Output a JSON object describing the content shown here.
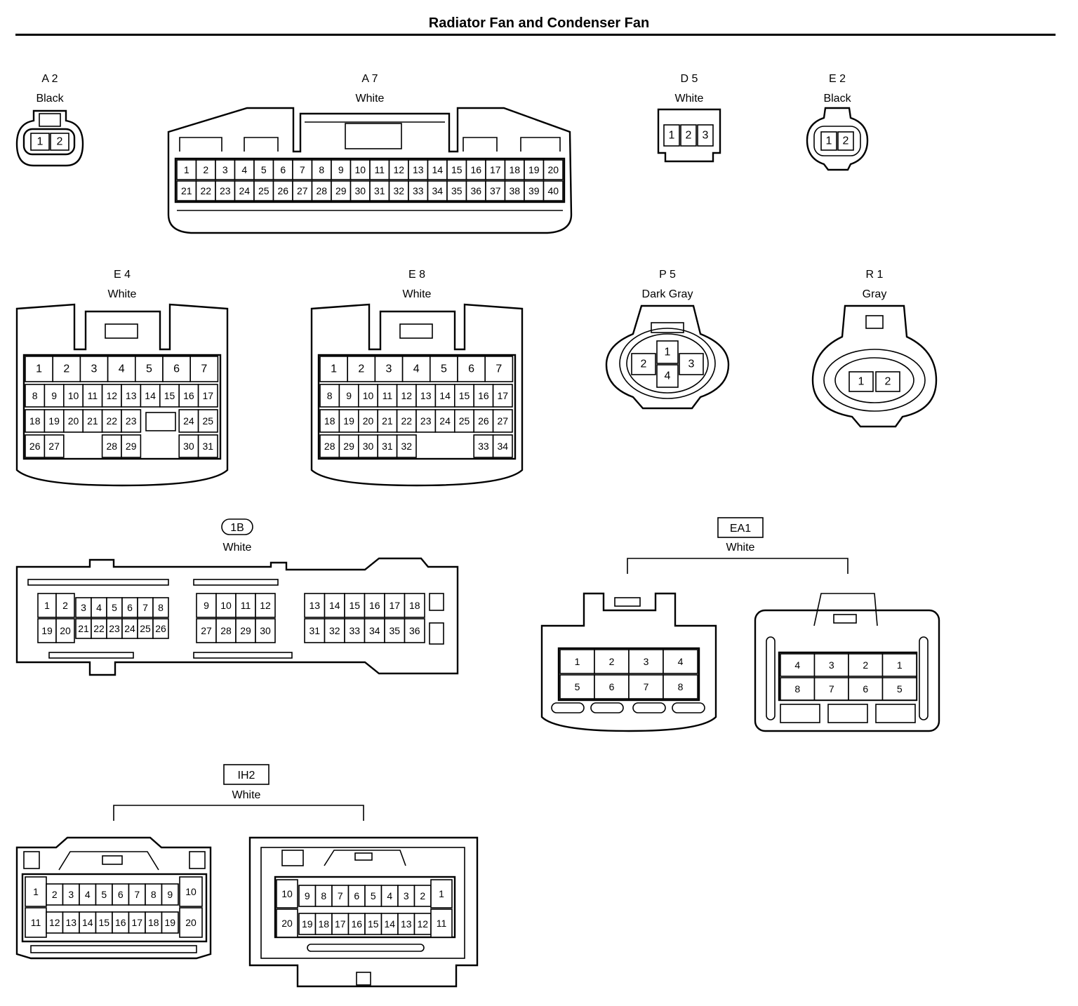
{
  "title": "Radiator Fan and Condenser Fan",
  "connectors": {
    "A2": {
      "code": "A 2",
      "color": "Black"
    },
    "A7": {
      "code": "A 7",
      "color": "White"
    },
    "D5": {
      "code": "D 5",
      "color": "White"
    },
    "E2": {
      "code": "E 2",
      "color": "Black"
    },
    "E4": {
      "code": "E 4",
      "color": "White"
    },
    "E8": {
      "code": "E 8",
      "color": "White"
    },
    "P5": {
      "code": "P 5",
      "color": "Dark Gray"
    },
    "R1": {
      "code": "R 1",
      "color": "Gray"
    },
    "1B": {
      "code": "1B",
      "color": "White"
    },
    "EA1": {
      "code": "EA1",
      "color": "White"
    },
    "IH2": {
      "code": "IH2",
      "color": "White"
    }
  }
}
